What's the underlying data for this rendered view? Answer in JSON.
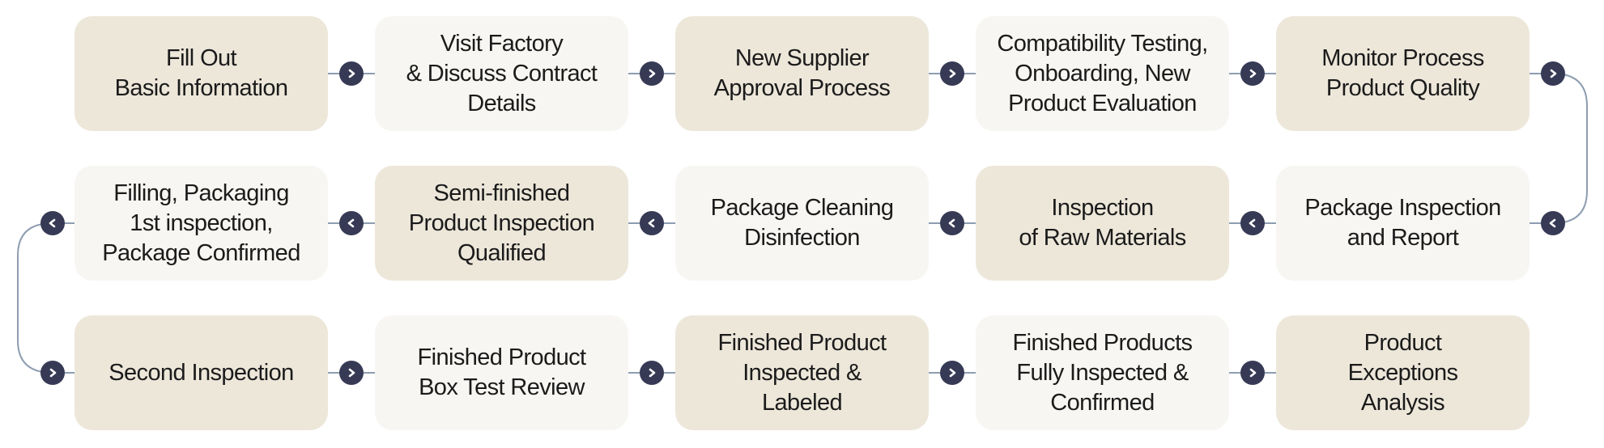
{
  "diagram": {
    "title": "",
    "colors": {
      "card_beige": "#ede7da",
      "card_light": "#f7f6f2",
      "node": "#363a55",
      "connector": "#8d9db1",
      "text": "#1b1b1b"
    },
    "rows": [
      {
        "direction": "left-to-right",
        "steps": [
          {
            "label": "Fill Out\nBasic Information",
            "style": "beige"
          },
          {
            "label": "Visit Factory\n& Discuss Contract\nDetails",
            "style": "light"
          },
          {
            "label": "New Supplier\nApproval Process",
            "style": "beige"
          },
          {
            "label": "Compatibility Testing,\nOnboarding, New\nProduct Evaluation",
            "style": "light"
          },
          {
            "label": "Monitor Process\nProduct Quality",
            "style": "beige"
          }
        ]
      },
      {
        "direction": "right-to-left",
        "steps": [
          {
            "label": "Filling, Packaging\n1st inspection,\nPackage Confirmed",
            "style": "light"
          },
          {
            "label": "Semi-finished\nProduct Inspection\nQualified",
            "style": "beige"
          },
          {
            "label": "Package Cleaning\nDisinfection",
            "style": "light"
          },
          {
            "label": "Inspection\nof Raw Materials",
            "style": "beige"
          },
          {
            "label": "Package Inspection\nand Report",
            "style": "light"
          }
        ]
      },
      {
        "direction": "left-to-right",
        "steps": [
          {
            "label": "Second Inspection",
            "style": "beige"
          },
          {
            "label": "Finished Product\nBox Test Review",
            "style": "light"
          },
          {
            "label": "Finished Product\nInspected &\nLabeled",
            "style": "beige"
          },
          {
            "label": "Finished Products\nFully Inspected &\nConfirmed",
            "style": "light"
          },
          {
            "label": "Product\nExceptions\nAnalysis",
            "style": "beige"
          }
        ]
      }
    ],
    "icons": {
      "forward": "chevron-right-icon",
      "backward": "chevron-left-icon"
    }
  }
}
